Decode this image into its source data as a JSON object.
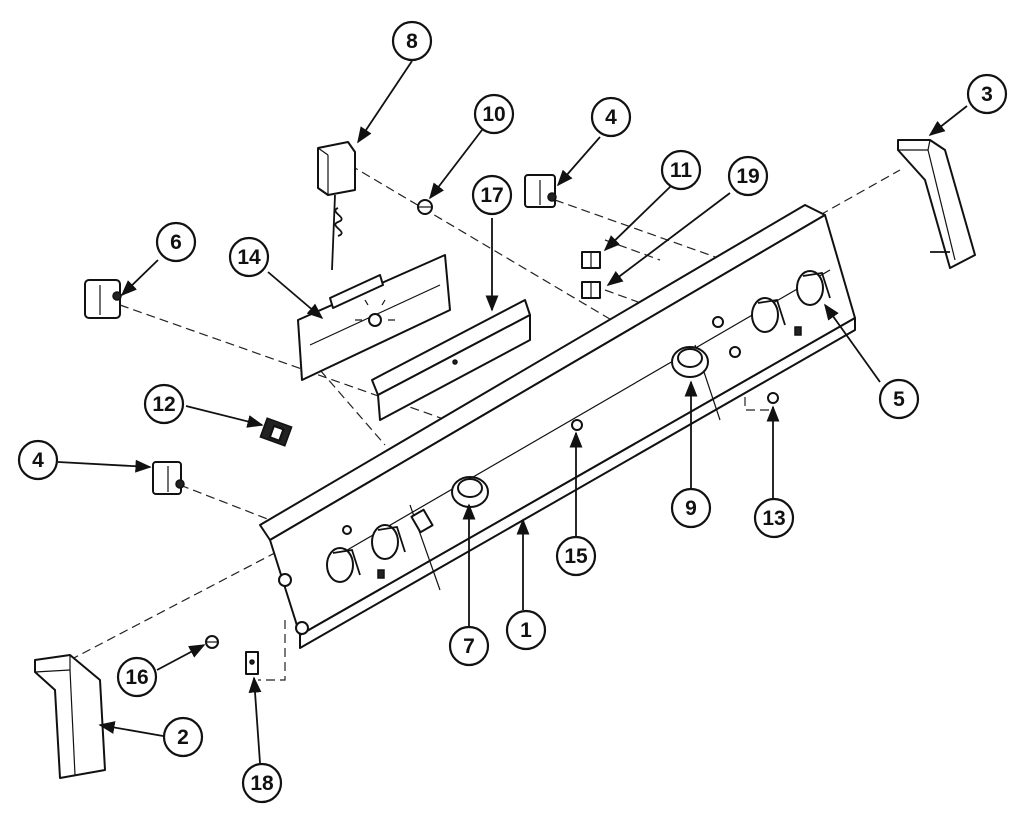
{
  "callouts": [
    {
      "id": "c1",
      "label": "1"
    },
    {
      "id": "c2",
      "label": "2"
    },
    {
      "id": "c3",
      "label": "3"
    },
    {
      "id": "c4a",
      "label": "4"
    },
    {
      "id": "c4b",
      "label": "4"
    },
    {
      "id": "c5",
      "label": "5"
    },
    {
      "id": "c6",
      "label": "6"
    },
    {
      "id": "c7",
      "label": "7"
    },
    {
      "id": "c8",
      "label": "8"
    },
    {
      "id": "c9",
      "label": "9"
    },
    {
      "id": "c10",
      "label": "10"
    },
    {
      "id": "c11",
      "label": "11"
    },
    {
      "id": "c12",
      "label": "12"
    },
    {
      "id": "c13",
      "label": "13"
    },
    {
      "id": "c14",
      "label": "14"
    },
    {
      "id": "c15",
      "label": "15"
    },
    {
      "id": "c16",
      "label": "16"
    },
    {
      "id": "c17",
      "label": "17"
    },
    {
      "id": "c18",
      "label": "18"
    },
    {
      "id": "c19",
      "label": "19"
    }
  ]
}
